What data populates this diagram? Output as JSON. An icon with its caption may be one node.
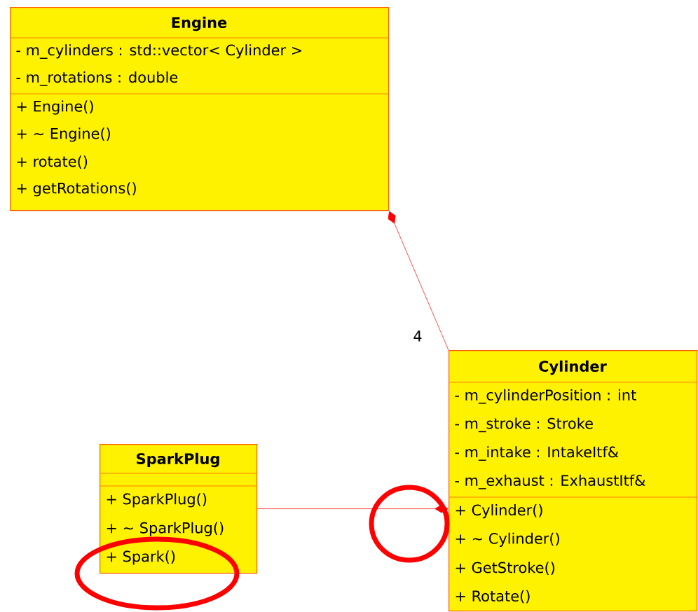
{
  "diagram": {
    "nodes": [
      {
        "text": [
          "Engine",
          "- m_cylinders : std::vector< Cylinder >",
          "- m_rotations : double",
          "+ Engine()",
          "+ ~ Engine()",
          "+ rotate()",
          "+ getRotations()"
        ]
      },
      {
        "text": [
          "Cylinder",
          "- m_cylinderPosition : int",
          "- m_stroke : Stroke",
          "- m_intake : IntakeItf&",
          "- m_exhaust : ExhaustItf&",
          "+ Cylinder()",
          "+ ~ Cylinder()",
          "+ GetStroke()",
          "+ Rotate()"
        ]
      },
      {
        "text": [
          "SparkPlug",
          "+ SparkPlug()",
          "+ ~ SparkPlug()",
          "+ Spark()"
        ]
      }
    ],
    "edges": [
      {
        "from": 0,
        "to": 1,
        "arrow": "other",
        "label": "4"
      },
      {
        "from": 1,
        "to": 2,
        "arrow": "other"
      }
    ]
  }
}
